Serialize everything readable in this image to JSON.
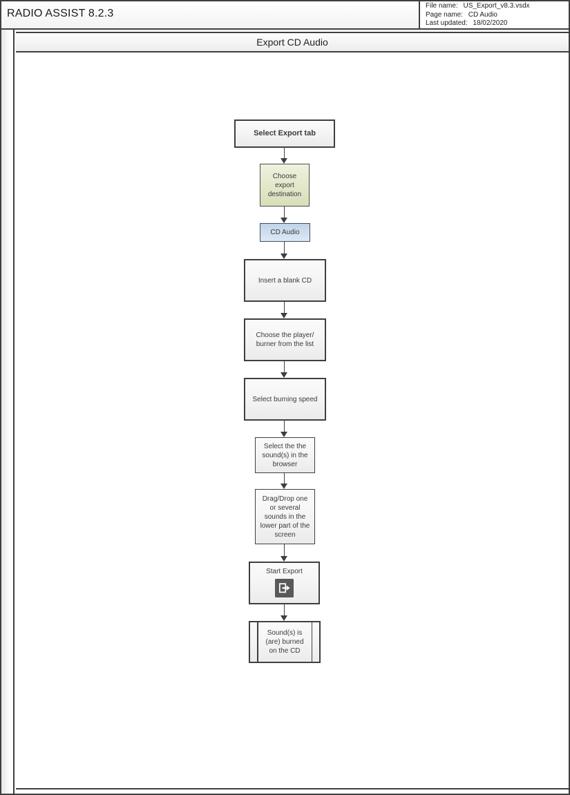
{
  "header": {
    "app_title": "RADIO ASSIST 8.2.3",
    "info": [
      {
        "label": "File name:",
        "value": "US_Export_v8.3.vsdx"
      },
      {
        "label": "Page name:",
        "value": "CD Audio"
      },
      {
        "label": "Last updated:",
        "value": "18/02/2020"
      }
    ]
  },
  "title_band": {
    "title": "Export CD Audio"
  },
  "flowchart": {
    "nodes": [
      {
        "id": "select-export-tab",
        "type": "process",
        "label": "Select Export tab"
      },
      {
        "id": "choose-export-destination",
        "type": "process",
        "label": "Choose\nexport\ndestination"
      },
      {
        "id": "cd-audio",
        "type": "process",
        "label": "CD Audio"
      },
      {
        "id": "insert-blank-cd",
        "type": "process",
        "label": "Insert a blank CD"
      },
      {
        "id": "choose-player-burner",
        "type": "process",
        "label": "Choose the player/\nburner from the list"
      },
      {
        "id": "select-burning-speed",
        "type": "process",
        "label": "Select burning speed"
      },
      {
        "id": "select-sounds-in-browser",
        "type": "process",
        "label": "Select the the\nsound(s) in the\nbrowser"
      },
      {
        "id": "drag-drop-sounds",
        "type": "process",
        "label": "Drag/Drop one\nor several\nsounds in the\nlower part of the\nscreen"
      },
      {
        "id": "start-export",
        "type": "process",
        "label": "Start Export",
        "icon": "export-icon"
      },
      {
        "id": "sounds-burned-on-cd",
        "type": "predefined-process",
        "label": "Sound(s) is\n(are) burned\non the CD"
      }
    ],
    "colors": {
      "border": "#3f3f3f",
      "green_fill": "#dde3c1",
      "blue_fill": "#c9dbee",
      "icon_bg": "#595959"
    }
  }
}
